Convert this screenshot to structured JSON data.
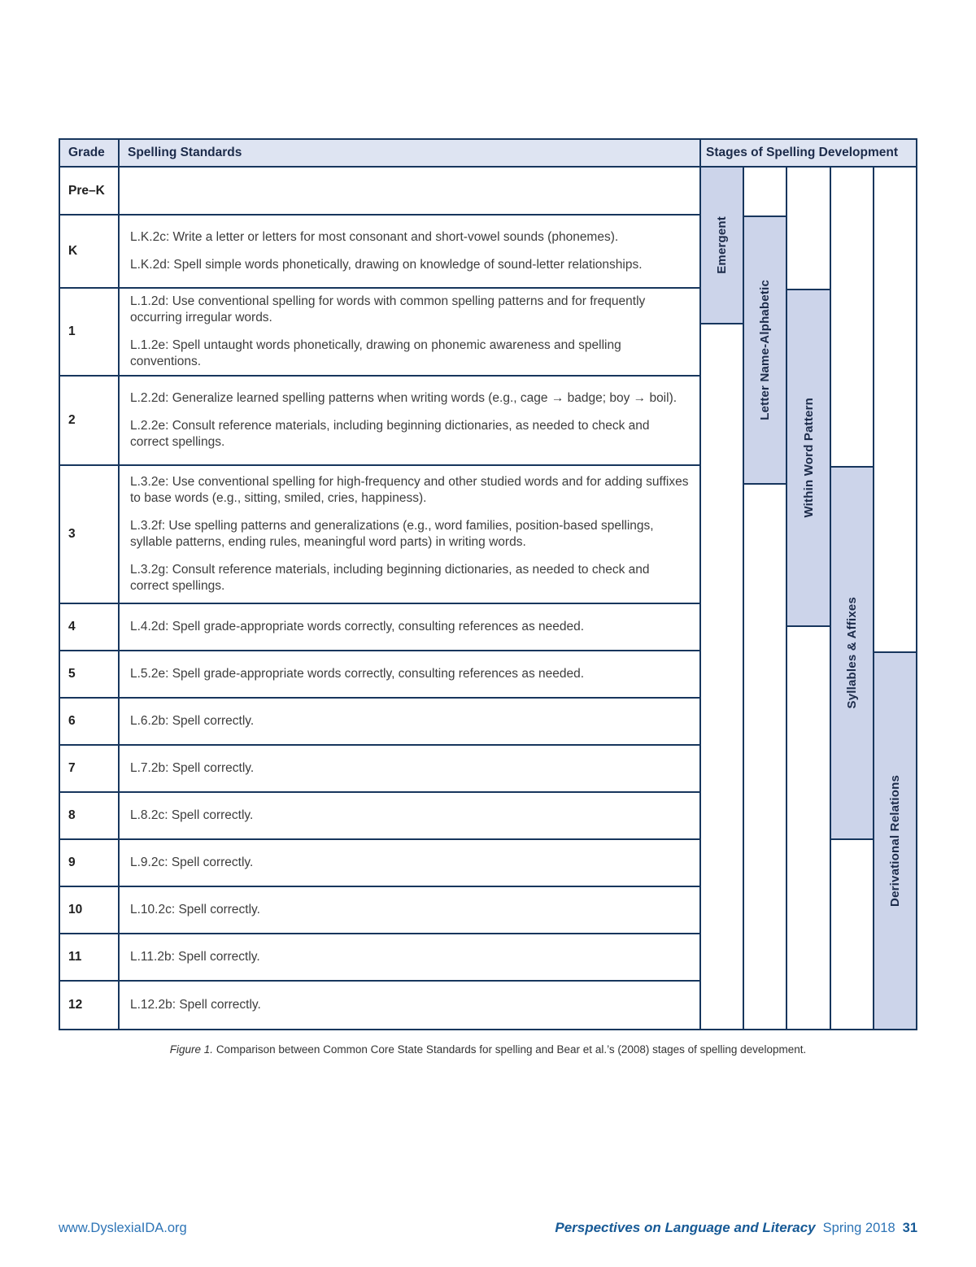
{
  "table": {
    "headers": {
      "grade": "Grade",
      "standards": "Spelling Standards",
      "stages": "Stages of Spelling Development"
    },
    "rows": [
      {
        "grade": "Pre–K",
        "standards": []
      },
      {
        "grade": "K",
        "standards": [
          "L.K.2c: Write a letter or letters for most consonant and short-vowel sounds (phonemes).",
          "L.K.2d: Spell simple words phonetically, drawing on knowledge of sound-letter relationships."
        ]
      },
      {
        "grade": "1",
        "standards": [
          "L.1.2d: Use conventional spelling for words with common spelling patterns and for frequently occurring irregular words.",
          "L.1.2e: Spell untaught words phonetically, drawing on phonemic awareness and spelling conventions."
        ]
      },
      {
        "grade": "2",
        "standards": [
          "L.2.2d: Generalize learned spelling patterns when writing words (e.g., cage → badge; boy → boil).",
          "L.2.2e: Consult reference materials, including beginning dictionaries, as needed to check and correct spellings."
        ]
      },
      {
        "grade": "3",
        "standards": [
          "L.3.2e: Use conventional spelling for high-frequency and other studied words and for adding suffixes to base words (e.g., sitting, smiled, cries, happiness).",
          "L.3.2f: Use spelling patterns and generalizations (e.g., word families, position-based spellings, syllable patterns, ending rules, meaningful word parts) in writing words.",
          "L.3.2g: Consult reference materials, including beginning dictionaries, as needed to check and correct spellings."
        ]
      },
      {
        "grade": "4",
        "standards": [
          "L.4.2d: Spell grade-appropriate words correctly, consulting references as needed."
        ]
      },
      {
        "grade": "5",
        "standards": [
          "L.5.2e: Spell grade-appropriate words correctly, consulting references as needed."
        ]
      },
      {
        "grade": "6",
        "standards": [
          "L.6.2b: Spell correctly."
        ]
      },
      {
        "grade": "7",
        "standards": [
          "L.7.2b: Spell correctly."
        ]
      },
      {
        "grade": "8",
        "standards": [
          "L.8.2c: Spell correctly."
        ]
      },
      {
        "grade": "9",
        "standards": [
          "L.9.2c: Spell correctly."
        ]
      },
      {
        "grade": "10",
        "standards": [
          "L.10.2c: Spell correctly."
        ]
      },
      {
        "grade": "11",
        "standards": [
          "L.11.2b: Spell correctly."
        ]
      },
      {
        "grade": "12",
        "standards": [
          "L.12.2b: Spell correctly."
        ]
      }
    ],
    "stages": [
      {
        "label": "Emergent"
      },
      {
        "label": "Letter Name-Alphabetic"
      },
      {
        "label": "Within Word Pattern"
      },
      {
        "label": "Syllables & Affixes"
      },
      {
        "label": "Derivational Relations"
      }
    ]
  },
  "caption": {
    "label": "Figure 1.",
    "text": "Comparison between Common Core State Standards for spelling and Bear et al.’s (2008) stages of spelling development."
  },
  "footer": {
    "website": "www.DyslexiaIDA.org",
    "journal": "Perspectives on Language and Literacy",
    "issue": "Spring 2018",
    "page_number": "31"
  },
  "colors": {
    "border": "#17365d",
    "header_fill": "#dee4f2",
    "bar_fill": "#ccd4ea",
    "link_blue": "#2d74b6",
    "journal_blue": "#175a96"
  }
}
